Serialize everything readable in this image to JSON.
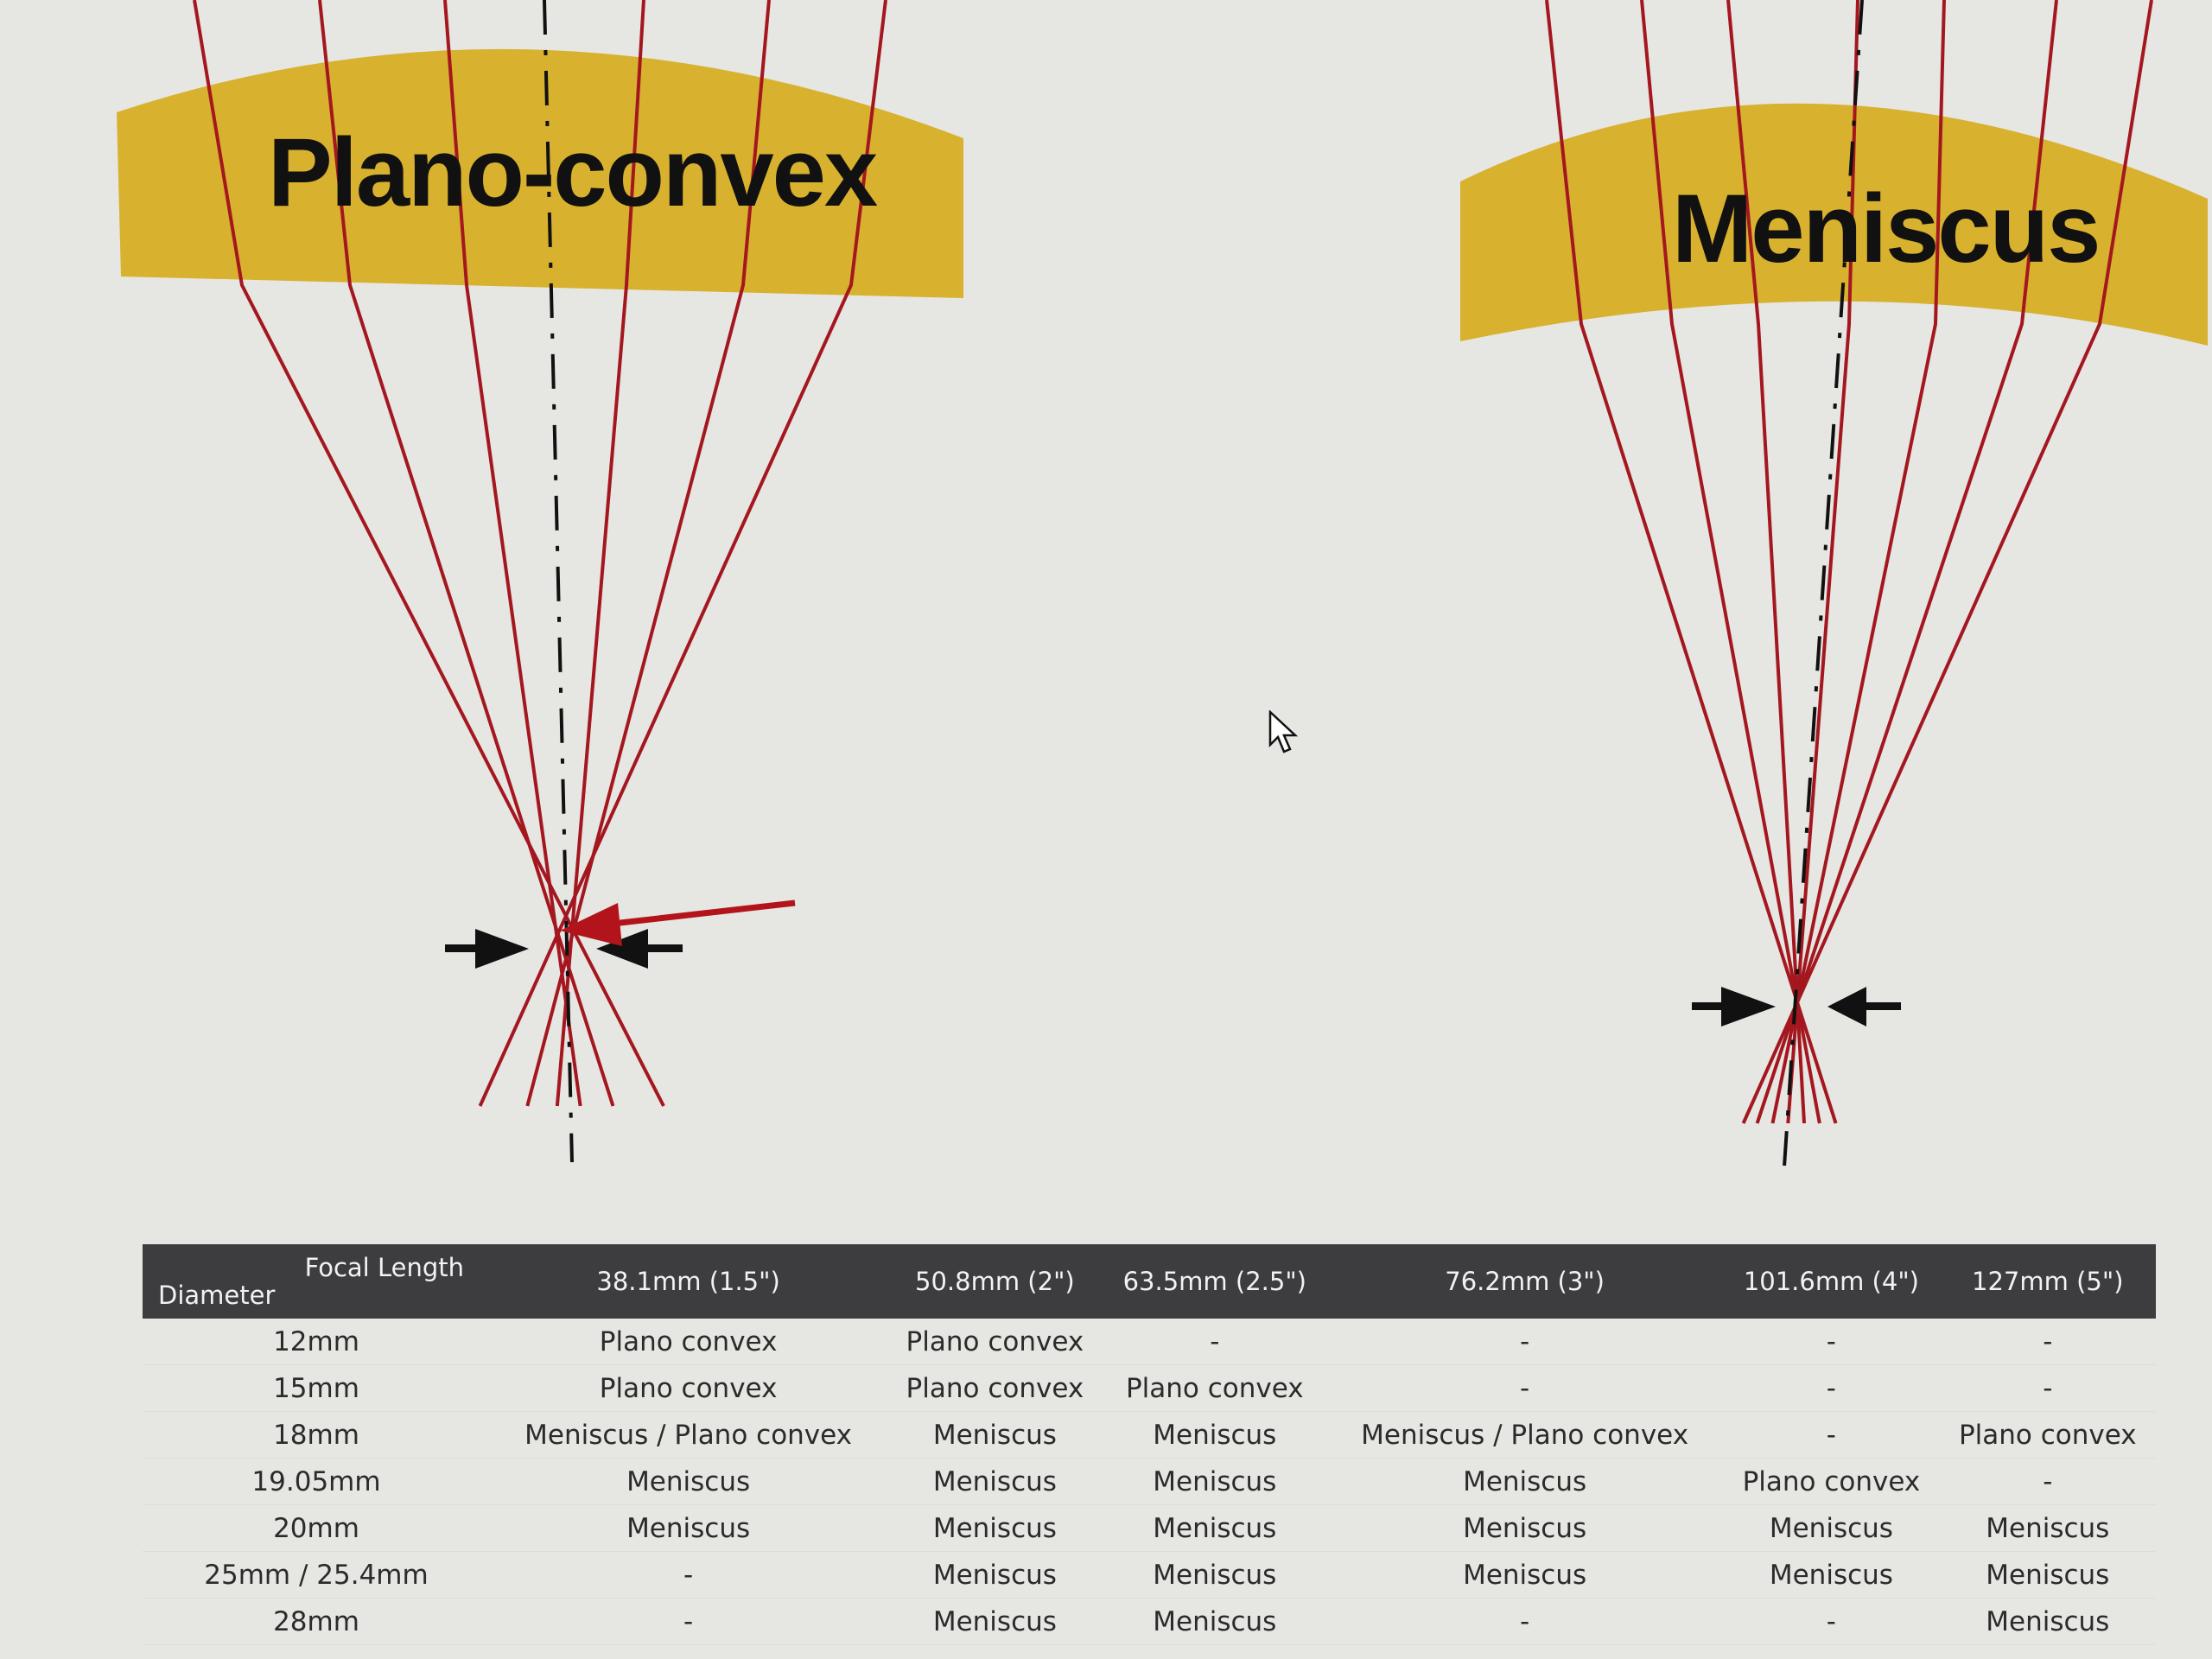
{
  "diagram": {
    "left_lens_label": "Plano-convex",
    "right_lens_label": "Meniscus",
    "colors": {
      "lens": "#d8b12e",
      "ray": "#a4171f",
      "axis": "#111111",
      "arrow": "#111111",
      "highlight_arrow": "#b3141c"
    }
  },
  "table": {
    "corner_row_label": "Diameter",
    "corner_col_label": "Focal Length",
    "columns": [
      "38.1mm (1.5\")",
      "50.8mm (2\")",
      "63.5mm (2.5\")",
      "76.2mm (3\")",
      "101.6mm (4\")",
      "127mm (5\")"
    ],
    "rows": [
      {
        "diameter": "12mm",
        "cells": [
          "Plano convex",
          "Plano convex",
          "-",
          "-",
          "-",
          "-"
        ]
      },
      {
        "diameter": "15mm",
        "cells": [
          "Plano convex",
          "Plano convex",
          "Plano convex",
          "-",
          "-",
          "-"
        ]
      },
      {
        "diameter": "18mm",
        "cells": [
          "Meniscus / Plano convex",
          "Meniscus",
          "Meniscus",
          "Meniscus / Plano convex",
          "-",
          "Plano convex"
        ]
      },
      {
        "diameter": "19.05mm",
        "cells": [
          "Meniscus",
          "Meniscus",
          "Meniscus",
          "Meniscus",
          "Plano convex",
          "-"
        ]
      },
      {
        "diameter": "20mm",
        "cells": [
          "Meniscus",
          "Meniscus",
          "Meniscus",
          "Meniscus",
          "Meniscus",
          "Meniscus"
        ]
      },
      {
        "diameter": "25mm / 25.4mm",
        "cells": [
          "-",
          "Meniscus",
          "Meniscus",
          "Meniscus",
          "Meniscus",
          "Meniscus"
        ]
      },
      {
        "diameter": "28mm",
        "cells": [
          "-",
          "Meniscus",
          "Meniscus",
          "-",
          "-",
          "Meniscus"
        ]
      }
    ]
  }
}
